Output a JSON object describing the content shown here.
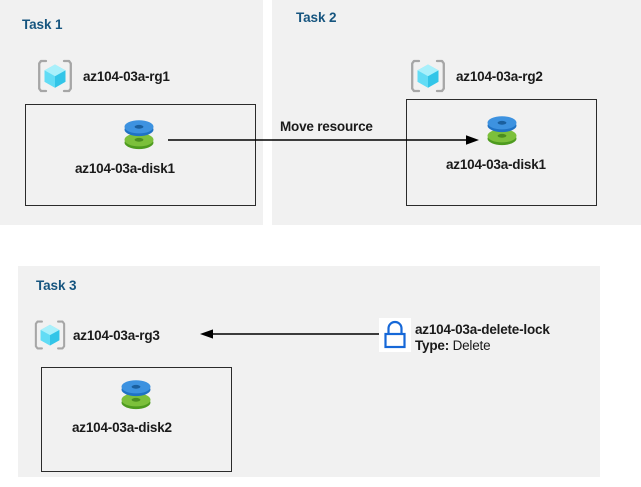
{
  "diagram": {
    "title": "Azure resource groups, move resource and delete lock diagram",
    "background": "#ffffff",
    "panel_background": "#f1f1f1",
    "task_label_color": "#16557f",
    "text_color": "#1a1a1a",
    "lock_color": "#1668d8"
  },
  "panels": [
    {
      "id": "task1",
      "label": "Task 1",
      "resource_group": {
        "name": "az104-03a-rg1",
        "icon": "resource-group-icon"
      },
      "resource": {
        "name": "az104-03a-disk1",
        "icon": "managed-disk-icon"
      }
    },
    {
      "id": "task2",
      "label": "Task 2",
      "resource_group": {
        "name": "az104-03a-rg2",
        "icon": "resource-group-icon"
      },
      "resource": {
        "name": "az104-03a-disk1",
        "icon": "managed-disk-icon"
      }
    },
    {
      "id": "task3",
      "label": "Task 3",
      "resource_group": {
        "name": "az104-03a-rg3",
        "icon": "resource-group-icon"
      },
      "resource": {
        "name": "az104-03a-disk2",
        "icon": "managed-disk-icon"
      }
    }
  ],
  "connectors": {
    "move": {
      "caption": "Move resource",
      "icon": "arrow-right-icon",
      "from": "az104-03a-disk1",
      "to": "az104-03a-rg2"
    },
    "lock": {
      "icon": "arrow-left-icon",
      "from": "az104-03a-delete-lock",
      "to": "az104-03a-rg3"
    }
  },
  "lock": {
    "icon": "lock-icon",
    "name": "az104-03a-delete-lock",
    "type_key": "Type:",
    "type_value": "Delete"
  }
}
